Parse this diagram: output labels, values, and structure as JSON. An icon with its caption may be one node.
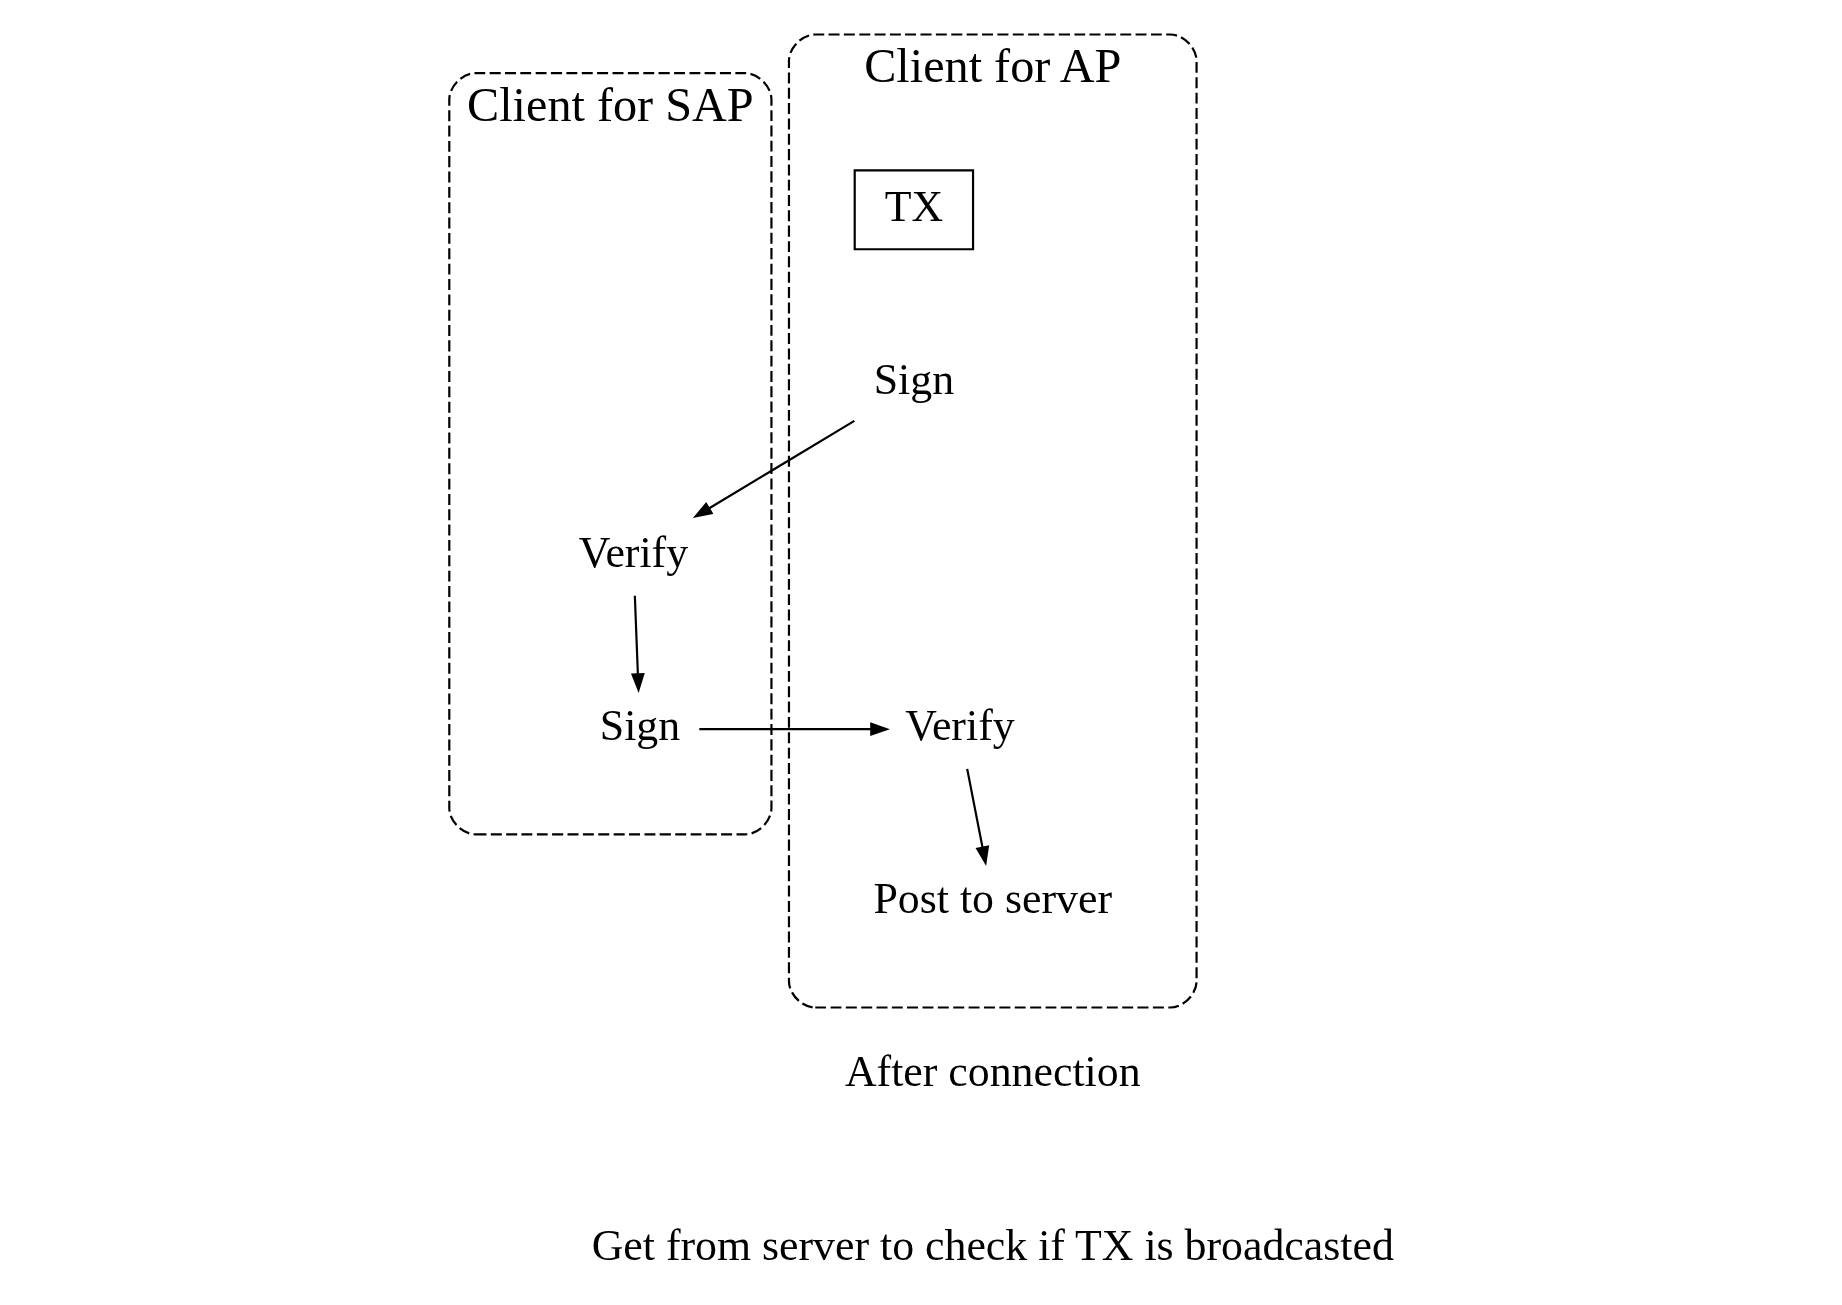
{
  "diagram": {
    "nodes": [
      {
        "text": [
          "Client for SAP"
        ]
      },
      {
        "text": [
          "Verify"
        ],
        "in": 0
      },
      {
        "text": [
          "Sign"
        ],
        "in": 0
      },
      {
        "text": [
          "Client for AP"
        ]
      },
      {
        "text": [
          "TX"
        ],
        "in": 3
      },
      {
        "text": [
          "Sign"
        ],
        "in": 3
      },
      {
        "text": [
          "Verify"
        ],
        "in": 3
      },
      {
        "text": [
          "Post to server"
        ],
        "in": 3
      }
    ],
    "edges": [
      {
        "from": 5,
        "to": 1,
        "arrow": "to"
      },
      {
        "from": 1,
        "to": 2,
        "arrow": "to"
      },
      {
        "from": 2,
        "to": 6,
        "arrow": "to"
      },
      {
        "from": 6,
        "to": 7,
        "arrow": "to"
      }
    ],
    "labels": [
      "After connection",
      "Get from server to check if TX is broadcasted"
    ]
  }
}
